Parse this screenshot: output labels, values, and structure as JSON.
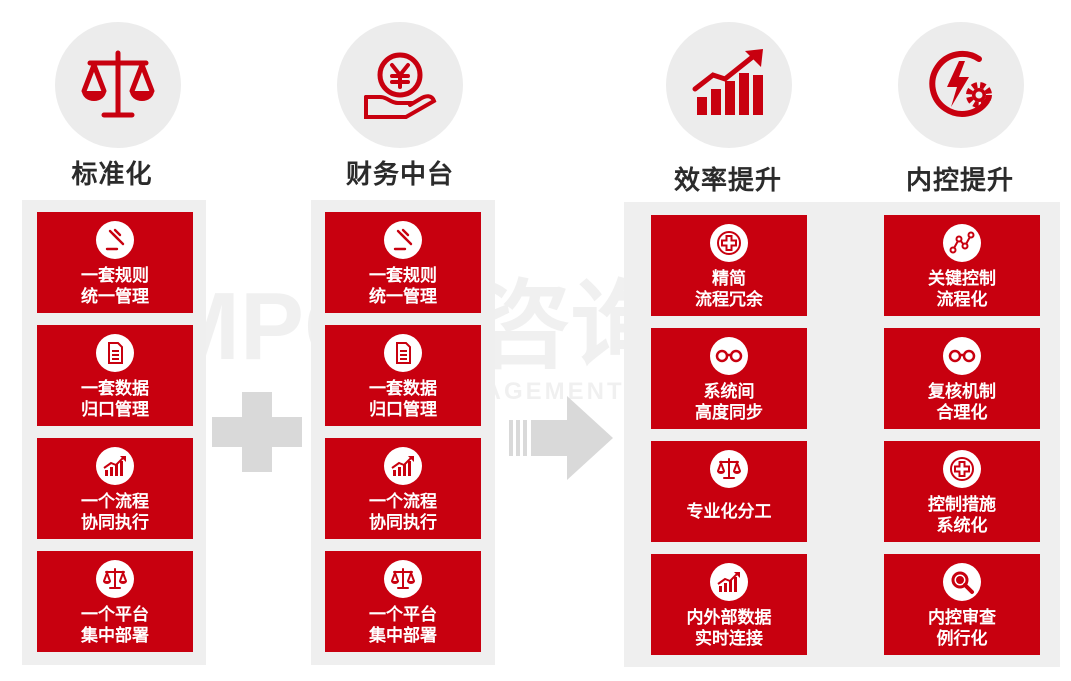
{
  "colors": {
    "accent": "#c8000f",
    "panel": "#efefef",
    "circle": "#ececec",
    "title": "#2b2b2b",
    "operator": "#d9d9d9"
  },
  "watermark": {
    "main": "MPG大咨询集团",
    "sub": "MANAGEMENT PROFESSIONAL GROUP"
  },
  "columns": [
    {
      "title": "标准化",
      "icon": "scale-icon",
      "cards": [
        {
          "label": "一套规则\n统一管理",
          "icon": "gavel-icon"
        },
        {
          "label": "一套数据\n归口管理",
          "icon": "document-icon"
        },
        {
          "label": "一个流程\n协同执行",
          "icon": "growth-chart-icon"
        },
        {
          "label": "一个平台\n集中部署",
          "icon": "scale-icon"
        }
      ]
    },
    {
      "title": "财务中台",
      "icon": "yuan-hand-icon",
      "cards": [
        {
          "label": "一套规则\n统一管理",
          "icon": "gavel-icon"
        },
        {
          "label": "一套数据\n归口管理",
          "icon": "document-icon"
        },
        {
          "label": "一个流程\n协同执行",
          "icon": "growth-chart-icon"
        },
        {
          "label": "一个平台\n集中部署",
          "icon": "scale-icon"
        }
      ]
    },
    {
      "title": "效率提升",
      "icon": "growth-chart-icon",
      "cards": [
        {
          "label": "精简\n流程冗余",
          "icon": "medical-cross-icon"
        },
        {
          "label": "系统间\n高度同步",
          "icon": "glasses-icon"
        },
        {
          "label": "专业化分工",
          "icon": "scale-icon"
        },
        {
          "label": "内外部数据\n实时连接",
          "icon": "growth-chart-icon"
        }
      ]
    },
    {
      "title": "内控提升",
      "icon": "power-gear-icon",
      "cards": [
        {
          "label": "关键控制\n流程化",
          "icon": "network-icon"
        },
        {
          "label": "复核机制\n合理化",
          "icon": "glasses-icon"
        },
        {
          "label": "控制措施\n系统化",
          "icon": "medical-cross-icon"
        },
        {
          "label": "内控审查\n例行化",
          "icon": "magnifier-icon"
        }
      ]
    }
  ],
  "operators": {
    "plus": "plus-icon",
    "arrow": "arrow-right-icon"
  }
}
